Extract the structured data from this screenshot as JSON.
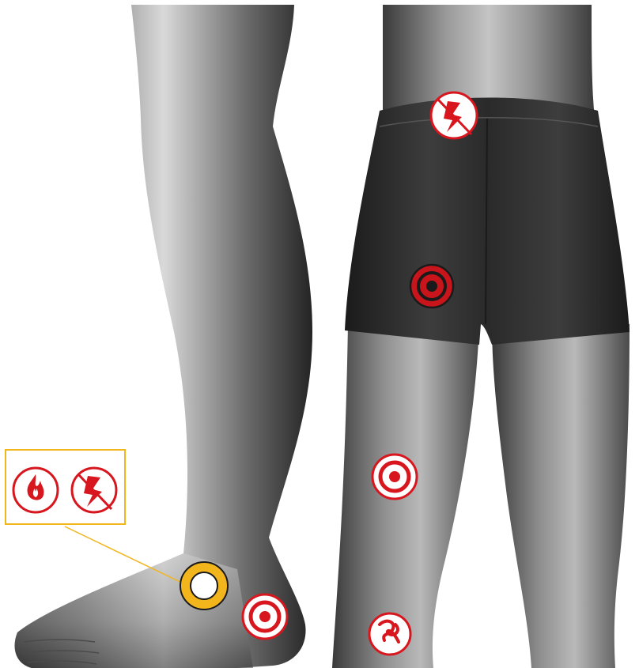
{
  "figure": {
    "views": [
      "side-view-leg",
      "back-view-hips-legs"
    ]
  },
  "colors": {
    "marker_red": "#d8161e",
    "marker_white": "#ffffff",
    "callout_yellow": "#f2b51b",
    "shorts_dark": "#2b2b2b",
    "skin_gray": "#8e8e8e"
  },
  "markers": [
    {
      "id": "lower-back-marker",
      "icon": "no-lightning-icon",
      "style": "white-bg"
    },
    {
      "id": "buttock-marker",
      "icon": "target-icon",
      "style": "red-bg"
    },
    {
      "id": "back-thigh-marker",
      "icon": "target-icon",
      "style": "white-bg"
    },
    {
      "id": "calf-marker",
      "icon": "knot-icon",
      "style": "white-bg"
    },
    {
      "id": "heel-marker",
      "icon": "target-icon",
      "style": "white-bg"
    },
    {
      "id": "ankle-marker",
      "icon": "ring-icon",
      "style": "yellow-ring"
    }
  ],
  "callout": {
    "icons": [
      "fire-icon",
      "no-lightning-icon"
    ],
    "points_to": "ankle-marker"
  }
}
